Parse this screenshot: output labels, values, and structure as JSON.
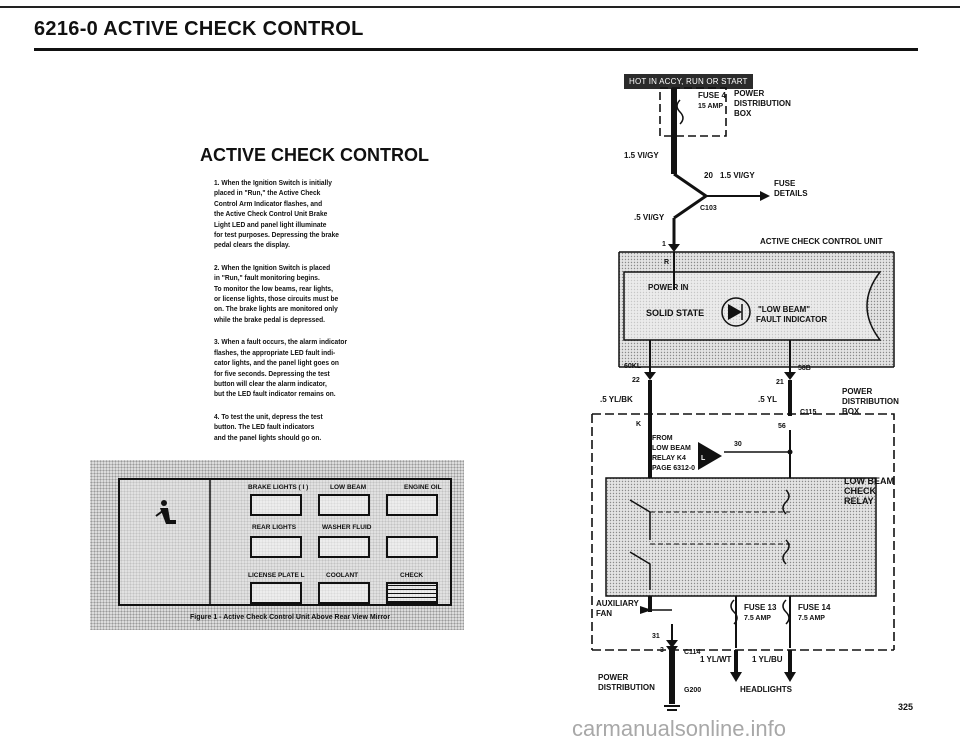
{
  "page": {
    "header": "6216-0  ACTIVE CHECK CONTROL",
    "section_title": "ACTIVE CHECK CONTROL",
    "page_number": "325",
    "watermark": "carmanualsonline.info"
  },
  "steps": [
    {
      "num": "1.",
      "text": "When the Ignition Switch is initially\nplaced in \"Run,\" the Active Check\nControl Arm Indicator flashes, and\nthe Active Check Control Unit Brake\nLight LED and panel light illuminate\nfor test purposes. Depressing the brake\npedal clears the display."
    },
    {
      "num": "2.",
      "text": "When the Ignition Switch is placed\nin \"Run,\" fault monitoring begins.\nTo monitor the low beams, rear lights,\nor license lights, those circuits must be\non. The brake lights are monitored only\nwhile the brake pedal is depressed."
    },
    {
      "num": "3.",
      "text": "When a fault occurs, the alarm indicator\nflashes, the appropriate LED fault indi-\ncator lights, and the panel light goes on\nfor five seconds. Depressing the test\nbutton will clear the alarm indicator,\nbut the LED fault indicator remains on."
    },
    {
      "num": "4.",
      "text": "To test the unit, depress the test\nbutton. The LED fault indicators\nand the panel lights should go on."
    }
  ],
  "figure": {
    "labels": {
      "brake": "BRAKE LIGHTS ( I )",
      "low_beam": "LOW BEAM",
      "engine_oil": "ENGINE OIL",
      "rear": "REAR LIGHTS",
      "washer": "WASHER FLUID",
      "license": "LICENSE PLATE L",
      "coolant": "COOLANT",
      "check": "CHECK"
    },
    "caption": "Figure 1 - Active Check Control Unit Above Rear View Mirror"
  },
  "diagram": {
    "hot_label": "HOT IN ACCY, RUN OR START",
    "fuse4": "FUSE 4",
    "fuse4_amp": "15 AMP",
    "pdb_top": [
      "POWER",
      "DISTRIBUTION",
      "BOX"
    ],
    "wire_1": "1.5 VI/GY",
    "wire_20": "20",
    "wire_20b": "1.5 VI/GY",
    "fuse_details": [
      "FUSE",
      "DETAILS"
    ],
    "c103": "C103",
    "wire_5vigy": ".5 VI/GY",
    "pin_1": "1",
    "accu_title": "ACTIVE CHECK CONTROL UNIT",
    "pin_r": "R",
    "power_in": "POWER IN",
    "solid_state": "SOLID STATE",
    "low_beam_fault": [
      "\"LOW BEAM\"",
      "FAULT INDICATOR"
    ],
    "s60kl": "60KL",
    "s58b": "58B",
    "pin_22": "22",
    "pin_21": "21",
    "wire_5ylbk": ".5 YL/BK",
    "wire_5yl": ".5 YL",
    "c115": "C115",
    "pdb_mid": [
      "POWER",
      "DISTRIBUTION",
      "BOX"
    ],
    "pin_k": "K",
    "pin_56": "56",
    "relay_from": [
      "FROM",
      "LOW BEAM",
      "RELAY K4",
      "PAGE 6312-0"
    ],
    "pin_30": "30",
    "pin_l": "L",
    "low_beam_relay": [
      "LOW BEAM",
      "CHECK",
      "RELAY"
    ],
    "aux_fan": [
      "AUXILIARY",
      "FAN"
    ],
    "fuse13": "FUSE 13",
    "fuse13_amp": "7.5 AMP",
    "fuse14": "FUSE 14",
    "fuse14_amp": "7.5 AMP",
    "pin_31": "31",
    "pin_3": "3",
    "c114": "C114",
    "wire_ylwt": "1 YL/WT",
    "wire_ylbu": "1 YL/BU",
    "pdb_bottom": [
      "POWER",
      "DISTRIBUTION"
    ],
    "g200": "G200",
    "headlights": "HEADLIGHTS"
  }
}
